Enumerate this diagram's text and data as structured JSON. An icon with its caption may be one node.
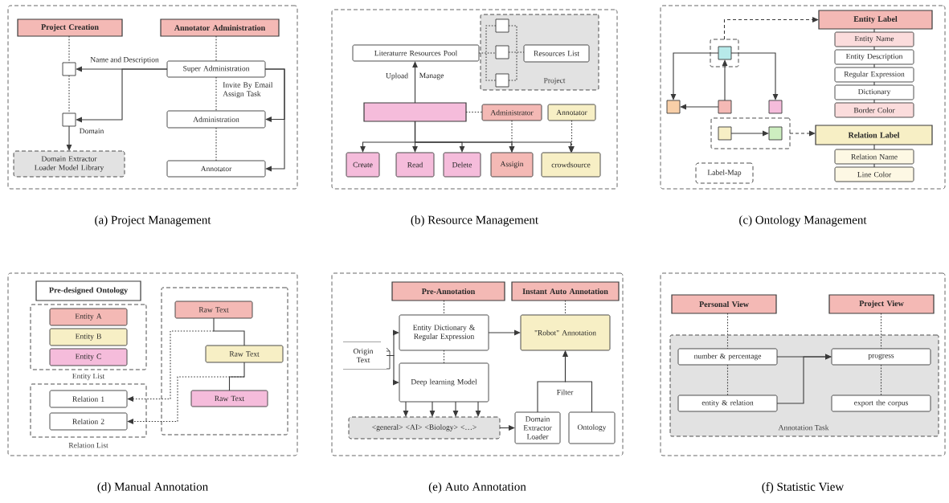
{
  "diagram": {
    "nodes": [
      {
        "text": [
          "(a) Project Management"
        ]
      },
      {
        "text": [
          "Project Creation"
        ],
        "in": 0
      },
      {
        "text": [
          "Annotator Administration"
        ],
        "in": 0
      },
      {
        "text": [],
        "shape": "box",
        "in": 0
      },
      {
        "text": [],
        "shape": "box",
        "in": 0
      },
      {
        "text": [
          "Domain Extractor Loader Model Library"
        ],
        "in": 0
      },
      {
        "text": [
          "Super Administration"
        ],
        "in": 0
      },
      {
        "text": [
          "Administration"
        ],
        "in": 0
      },
      {
        "text": [
          "Annotator"
        ],
        "in": 0
      },
      {
        "text": [
          "(b) Resource Management"
        ]
      },
      {
        "text": [
          "Project"
        ],
        "in": 9
      },
      {
        "text": [],
        "shape": "box",
        "in": 10
      },
      {
        "text": [],
        "shape": "box",
        "in": 10
      },
      {
        "text": [],
        "shape": "box",
        "in": 10
      },
      {
        "text": [
          "Resources List"
        ],
        "in": 10
      },
      {
        "text": [
          "Literaturre Resources Pool"
        ],
        "in": 9
      },
      {
        "text": [],
        "shape": "box",
        "in": 9
      },
      {
        "text": [
          "Administrator"
        ],
        "in": 9
      },
      {
        "text": [
          "Annotator"
        ],
        "in": 9
      },
      {
        "text": [
          "Create"
        ],
        "in": 9
      },
      {
        "text": [
          "Read"
        ],
        "in": 9
      },
      {
        "text": [
          "Delete"
        ],
        "in": 9
      },
      {
        "text": [
          "Assigin"
        ],
        "in": 9
      },
      {
        "text": [
          "crowdsource"
        ],
        "in": 9
      },
      {
        "text": [
          "(c) Ontology Management"
        ]
      },
      {
        "text": [],
        "shape": "box",
        "in": 24
      },
      {
        "text": [],
        "shape": "box",
        "in": 25
      },
      {
        "text": [],
        "shape": "box",
        "in": 24
      },
      {
        "text": [],
        "shape": "box",
        "in": 24
      },
      {
        "text": [],
        "shape": "box",
        "in": 24
      },
      {
        "text": [],
        "shape": "box",
        "in": 24
      },
      {
        "text": [],
        "shape": "box",
        "in": 30
      },
      {
        "text": [],
        "shape": "box",
        "in": 30
      },
      {
        "text": [
          "Label-Map"
        ],
        "in": 24
      },
      {
        "text": [
          "Entity Label"
        ],
        "in": 24
      },
      {
        "text": [
          "Entity Name"
        ],
        "in": 24
      },
      {
        "text": [
          "Entity Description"
        ],
        "in": 24
      },
      {
        "text": [
          "Regular Expression"
        ],
        "in": 24
      },
      {
        "text": [
          "Dictionary"
        ],
        "in": 24
      },
      {
        "text": [
          "Border Color"
        ],
        "in": 24
      },
      {
        "text": [
          "Relation Label"
        ],
        "in": 24
      },
      {
        "text": [
          "Relation Name"
        ],
        "in": 24
      },
      {
        "text": [
          "Line Color"
        ],
        "in": 24
      },
      {
        "text": [
          "(d) Manual Annotation"
        ]
      },
      {
        "text": [
          "Pre-designed Ontology"
        ],
        "in": 43
      },
      {
        "text": [
          "Entity List"
        ],
        "in": 43
      },
      {
        "text": [
          "Entity A"
        ],
        "in": 45
      },
      {
        "text": [
          "Entity B"
        ],
        "in": 45
      },
      {
        "text": [
          "Entity C"
        ],
        "in": 45
      },
      {
        "text": [
          "Relation List"
        ],
        "in": 43
      },
      {
        "text": [
          "Relation 1"
        ],
        "in": 49
      },
      {
        "text": [
          "Relation 2"
        ],
        "in": 49
      },
      {
        "text": [],
        "shape": "box",
        "in": 43
      },
      {
        "text": [
          "Raw Text"
        ],
        "in": 52
      },
      {
        "text": [
          "Raw Text"
        ],
        "in": 52
      },
      {
        "text": [
          "Raw Text"
        ],
        "in": 52
      },
      {
        "text": [
          "(e) Auto Annotation"
        ]
      },
      {
        "text": [
          "Pre-Annotation"
        ],
        "in": 56
      },
      {
        "text": [
          "Instant Auto Annotation"
        ],
        "in": 56
      },
      {
        "text": [
          "Entity Dictionary  & Regular Expression"
        ],
        "in": 56
      },
      {
        "text": [
          "Deep learning Model"
        ],
        "in": 56
      },
      {
        "text": [
          "Origin Text"
        ],
        "in": 56
      },
      {
        "text": [
          "\"Robot\" Annotation"
        ],
        "in": 56
      },
      {
        "text": [
          "<general> <AI> <Biology> <…>"
        ],
        "in": 56
      },
      {
        "text": [
          "Domain Extractor Loader"
        ],
        "in": 56
      },
      {
        "text": [
          "Ontology"
        ],
        "in": 56
      },
      {
        "text": [
          "(f) Statistic View"
        ]
      },
      {
        "text": [
          "Personal View"
        ],
        "in": 66
      },
      {
        "text": [
          "Project View"
        ],
        "in": 66
      },
      {
        "text": [
          "Annotation Task"
        ],
        "in": 66
      },
      {
        "text": [
          "number  &  percentage"
        ],
        "in": 69
      },
      {
        "text": [
          "entity   &   relation"
        ],
        "in": 69
      },
      {
        "text": [
          "progress"
        ],
        "in": 69
      },
      {
        "text": [
          "export the corpus"
        ],
        "in": 69
      }
    ],
    "edges": [
      {
        "from": 1,
        "to": 3,
        "arrow": "none",
        "style": "dashed"
      },
      {
        "from": 3,
        "to": 4,
        "arrow": "none",
        "style": "dashed"
      },
      {
        "from": 2,
        "to": 6,
        "arrow": "none",
        "style": "dashed"
      },
      {
        "from": 6,
        "to": 7,
        "arrow": "none",
        "style": "dashed",
        "label": "Invite By Email Assign Task"
      },
      {
        "from": 7,
        "to": 8,
        "arrow": "none",
        "style": "dashed"
      },
      {
        "from": 6,
        "to": 3,
        "arrow": "to",
        "label": "Name and Description"
      },
      {
        "from": 6,
        "to": 4,
        "arrow": "to"
      },
      {
        "from": 4,
        "to": 5,
        "arrow": "to",
        "label": "Domain"
      },
      {
        "from": 6,
        "to": 7,
        "arrow": "to"
      },
      {
        "from": 6,
        "to": 8,
        "arrow": "to"
      },
      {
        "from": 16,
        "to": 15,
        "arrow": "to",
        "label": "Upload"
      },
      {
        "from": 15,
        "to": 12,
        "arrow": "none",
        "style": "dashed"
      },
      {
        "from": 12,
        "to": 14,
        "arrow": "none",
        "style": "dashed"
      },
      {
        "from": 11,
        "to": 13,
        "arrow": "none",
        "style": "dashed"
      },
      {
        "from": 11,
        "to": 13,
        "arrow": "none",
        "style": "dashed"
      },
      {
        "from": 16,
        "to": 17,
        "arrow": "none",
        "style": "dashed"
      },
      {
        "from": 16,
        "to": 19,
        "arrow": "to"
      },
      {
        "from": 16,
        "to": 20,
        "arrow": "to"
      },
      {
        "from": 16,
        "to": 21,
        "arrow": "to"
      },
      {
        "from": 16,
        "to": 22,
        "arrow": "to"
      },
      {
        "from": 16,
        "to": 23,
        "arrow": "to"
      },
      {
        "from": 17,
        "to": 22,
        "arrow": "to",
        "style": "dashed"
      },
      {
        "from": 18,
        "to": 23,
        "arrow": "to",
        "style": "dashed"
      },
      {
        "from": 25,
        "to": 34,
        "arrow": "to",
        "style": "dashed"
      },
      {
        "from": 26,
        "to": 27,
        "arrow": "to"
      },
      {
        "from": 26,
        "to": 29,
        "arrow": "to"
      },
      {
        "from": 28,
        "to": 26,
        "arrow": "to"
      },
      {
        "from": 28,
        "to": 27,
        "arrow": "to"
      },
      {
        "from": 31,
        "to": 32,
        "arrow": "to"
      },
      {
        "from": 30,
        "to": 40,
        "arrow": "to",
        "style": "dashed"
      },
      {
        "from": 34,
        "to": 35,
        "arrow": "none"
      },
      {
        "from": 35,
        "to": 36,
        "arrow": "none"
      },
      {
        "from": 36,
        "to": 37,
        "arrow": "none"
      },
      {
        "from": 37,
        "to": 38,
        "arrow": "none"
      },
      {
        "from": 38,
        "to": 39,
        "arrow": "none"
      },
      {
        "from": 40,
        "to": 41,
        "arrow": "none"
      },
      {
        "from": 41,
        "to": 42,
        "arrow": "none"
      },
      {
        "from": 53,
        "to": 54,
        "arrow": "none"
      },
      {
        "from": 54,
        "to": 55,
        "arrow": "none"
      },
      {
        "from": null,
        "to": 50,
        "arrow": "to",
        "style": "dashed"
      },
      {
        "from": null,
        "to": 51,
        "arrow": "to",
        "style": "dashed"
      },
      {
        "from": 57,
        "to": 59,
        "arrow": "none",
        "style": "dashed"
      },
      {
        "from": 58,
        "to": 62,
        "arrow": "none",
        "style": "dashed"
      },
      {
        "from": 59,
        "to": 60,
        "arrow": "none",
        "style": "dashed"
      },
      {
        "from": 61,
        "to": 59,
        "arrow": "to"
      },
      {
        "from": 61,
        "to": 60,
        "arrow": "to"
      },
      {
        "from": 59,
        "to": 62,
        "arrow": "to"
      },
      {
        "from": 60,
        "to": 63,
        "arrow": "to"
      },
      {
        "from": 60,
        "to": 63,
        "arrow": "to"
      },
      {
        "from": 60,
        "to": 63,
        "arrow": "to"
      },
      {
        "from": 60,
        "to": 63,
        "arrow": "to"
      },
      {
        "from": 63,
        "to": 64,
        "arrow": "to"
      },
      {
        "from": 64,
        "to": 62,
        "arrow": "to",
        "label": "Filter"
      },
      {
        "from": 65,
        "to": 62,
        "arrow": "to"
      },
      {
        "from": 67,
        "to": 70,
        "arrow": "none",
        "style": "dashed"
      },
      {
        "from": 70,
        "to": 71,
        "arrow": "none",
        "style": "dashed"
      },
      {
        "from": 68,
        "to": 72,
        "arrow": "none",
        "style": "dashed"
      },
      {
        "from": 72,
        "to": 73,
        "arrow": "none",
        "style": "dashed"
      },
      {
        "from": 70,
        "to": 72,
        "arrow": "to"
      },
      {
        "from": 71,
        "to": 72,
        "arrow": "to"
      }
    ],
    "labels": [
      "Manage"
    ]
  }
}
